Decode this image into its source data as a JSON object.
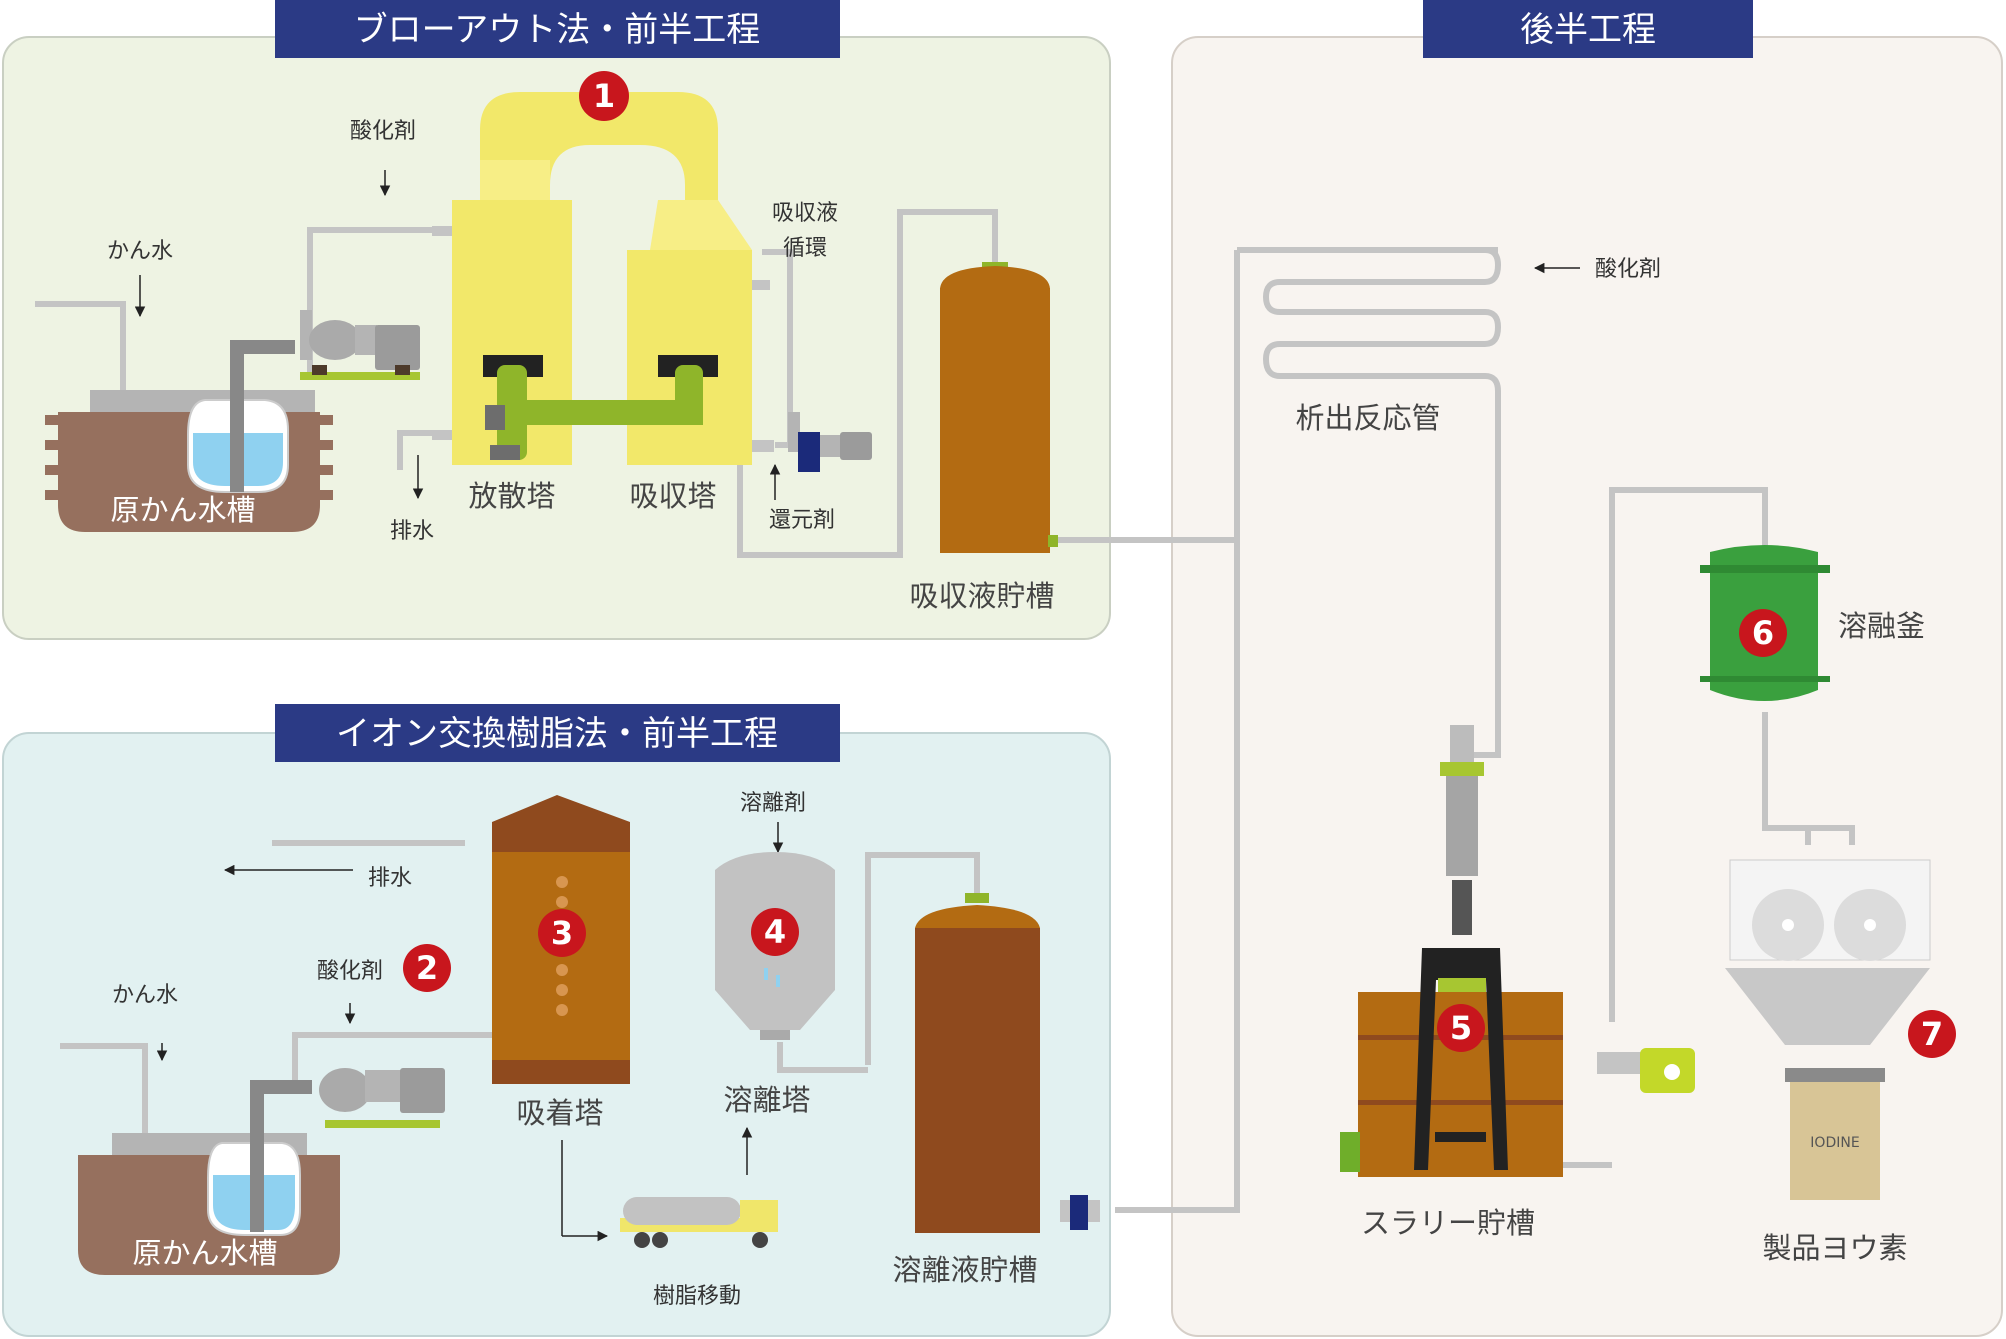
{
  "sections": {
    "blowout": "ブローアウト法・前半工程",
    "ion_exchange": "イオン交換樹脂法・前半工程",
    "latter": "後半工程"
  },
  "labels": {
    "oxidizer": "酸化剤",
    "brine": "かん水",
    "raw_tank": "原かん水槽",
    "drain": "排水",
    "stripping_tower": "放散塔",
    "absorption_tower": "吸収塔",
    "absorbent_circ_1": "吸収液",
    "absorbent_circ_2": "循環",
    "reducer": "還元剤",
    "absorbent_storage": "吸収液貯槽",
    "precip_tube": "析出反応管",
    "melting_pot": "溶融釜",
    "slurry_tank": "スラリー貯槽",
    "product": "製品ヨウ素",
    "iodine_bag": "IODINE",
    "eluent": "溶離剤",
    "adsorption_tower": "吸着塔",
    "elution_tower": "溶離塔",
    "eluate_storage": "溶離液貯槽",
    "resin_transfer": "樹脂移動"
  },
  "steps": [
    "1",
    "2",
    "3",
    "4",
    "5",
    "6",
    "7"
  ],
  "colors": {
    "header_navy": "#2b3a85",
    "step_red": "#c8161d",
    "panel_green": "#eef3e3",
    "panel_blue": "#e2f1f1",
    "panel_beige": "#f8f4f0",
    "tower_yellow": "#f2e86a",
    "tank_orange": "#b36b12",
    "tank_brown": "#8f4a1e",
    "melting_green": "#3aa03e",
    "pipe_gray": "#c8c8c8",
    "water_blue": "#8fd1f0"
  }
}
